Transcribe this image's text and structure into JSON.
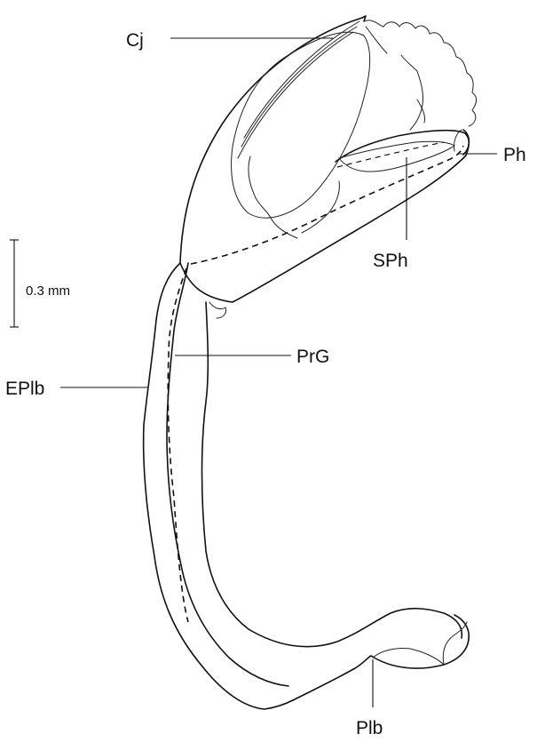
{
  "labels": {
    "cj": "Cj",
    "ph": "Ph",
    "sph": "SPh",
    "prg": "PrG",
    "eplb": "EPlb",
    "plb": "Plb"
  },
  "scale_bar": {
    "label": "0.3 mm"
  }
}
